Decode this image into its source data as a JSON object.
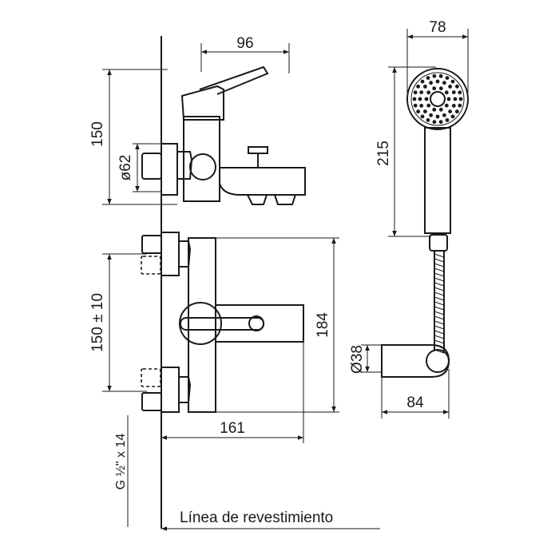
{
  "dimensions": {
    "tap_spout_width": "96",
    "body_height": "150",
    "connection_diameter": "ø62",
    "handshower_width": "78",
    "handshower_length": "215",
    "inlet_spacing": "150 ± 10",
    "total_height": "184",
    "holder_diameter": "Ø38",
    "holder_depth": "84",
    "total_projection": "161",
    "thread_spec": "G ½\" x 14"
  },
  "caption": "Línea de revestimiento"
}
